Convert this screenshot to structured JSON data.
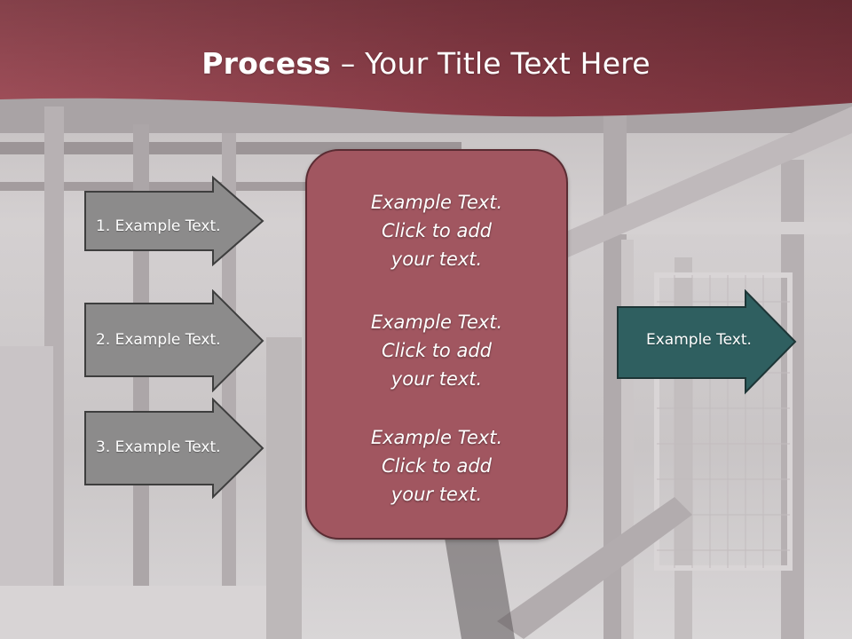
{
  "slide": {
    "title_bold": "Process",
    "title_rest": " – Your Title Text Here"
  },
  "steps": [
    {
      "label": "1. Example Text."
    },
    {
      "label": "2. Example Text."
    },
    {
      "label": "3. Example Text."
    }
  ],
  "center_blocks": [
    {
      "line1": "Example Text.",
      "line2": "Click  to add",
      "line3": "your text."
    },
    {
      "line1": "Example Text.",
      "line2": "Click  to add",
      "line3": "your text."
    },
    {
      "line1": "Example Text.",
      "line2": "Click  to add",
      "line3": "your text."
    }
  ],
  "result": {
    "label": "Example Text."
  },
  "colors": {
    "header": "#8c3f4a",
    "step_arrow": "#8c8b8b",
    "center_box": "#a15660",
    "result_arrow": "#2f5f60"
  }
}
